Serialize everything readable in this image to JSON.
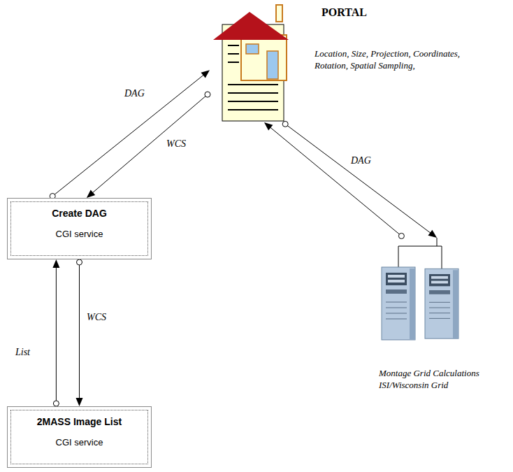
{
  "diagram": {
    "nodes": [
      {
        "text": [
          "PORTAL",
          "Location, Size, Projection, Coordinates, Rotation, Spatial Sampling,"
        ]
      },
      {
        "text": [
          "Create DAG",
          "CGI service"
        ]
      },
      {
        "text": [
          "2MASS Image List",
          "CGI service"
        ]
      },
      {
        "text": [
          "Montage Grid Calculations ISI/Wisconsin Grid"
        ]
      }
    ],
    "edges": [
      {
        "from": 1,
        "to": 0,
        "label": "DAG",
        "arrow": "to"
      },
      {
        "from": 0,
        "to": 1,
        "label": "WCS",
        "arrow": "to"
      },
      {
        "from": 0,
        "to": 3,
        "label": "DAG",
        "arrow": "to"
      },
      {
        "from": 3,
        "to": 0,
        "arrow": "to"
      },
      {
        "from": 2,
        "to": 1,
        "label": "List",
        "arrow": "to"
      },
      {
        "from": 1,
        "to": 2,
        "label": "WCS",
        "arrow": "to"
      }
    ]
  }
}
